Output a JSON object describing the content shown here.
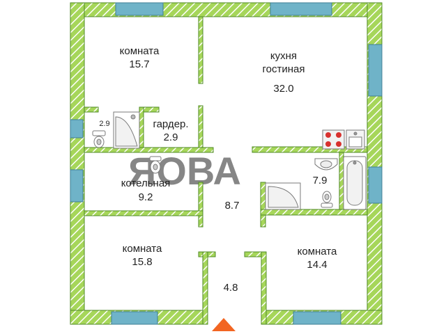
{
  "colors": {
    "wall_fill": "#a6d65a",
    "wall_stroke": "#4f8a26",
    "window": "#6fb3c8",
    "fixture": "#ffffff",
    "fixture_stroke": "#7a7a7a",
    "entrance_arrow": "#f26522",
    "watermark": "#d6dde3"
  },
  "watermark": "ЯОВА",
  "rooms": {
    "room_top_left": {
      "name": "комната",
      "area": "15.7"
    },
    "kitchen_living": {
      "name_line1": "кухня",
      "name_line2": "гостиная",
      "area": "32.0"
    },
    "bathroom_small": {
      "area": "2.9"
    },
    "wardrobe": {
      "name": "гардер.",
      "area": "2.9"
    },
    "boiler_room": {
      "name": "котельная",
      "area": "9.2"
    },
    "hall": {
      "area": "8.7"
    },
    "bathroom": {
      "area": "7.9"
    },
    "room_bottom_left": {
      "name": "комната",
      "area": "15.8"
    },
    "room_bottom_right": {
      "name": "комната",
      "area": "14.4"
    },
    "vestibule": {
      "area": "4.8"
    }
  },
  "icons": {
    "stove": "stove-icon",
    "sink": "sink-icon",
    "toilet": "toilet-icon",
    "shower": "shower-icon",
    "bathtub": "bathtub-icon",
    "entrance": "entrance-arrow-icon"
  }
}
